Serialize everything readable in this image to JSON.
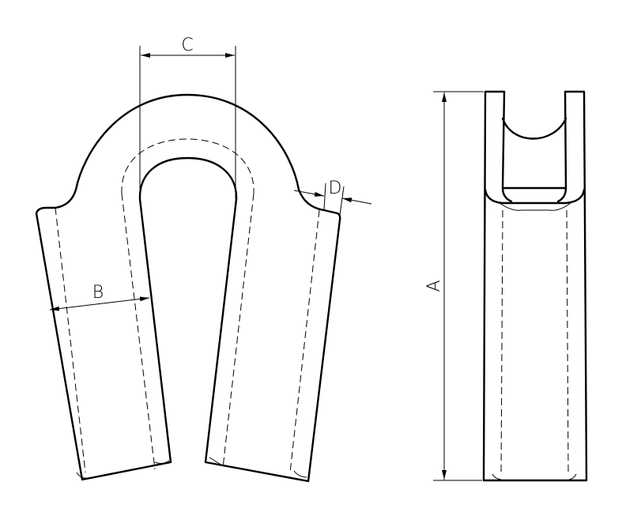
{
  "drawing": {
    "dimensions": {
      "a": "A",
      "b": "B",
      "c": "C",
      "d": "D"
    },
    "colors": {
      "line": "#000000",
      "background": "#ffffff"
    }
  }
}
